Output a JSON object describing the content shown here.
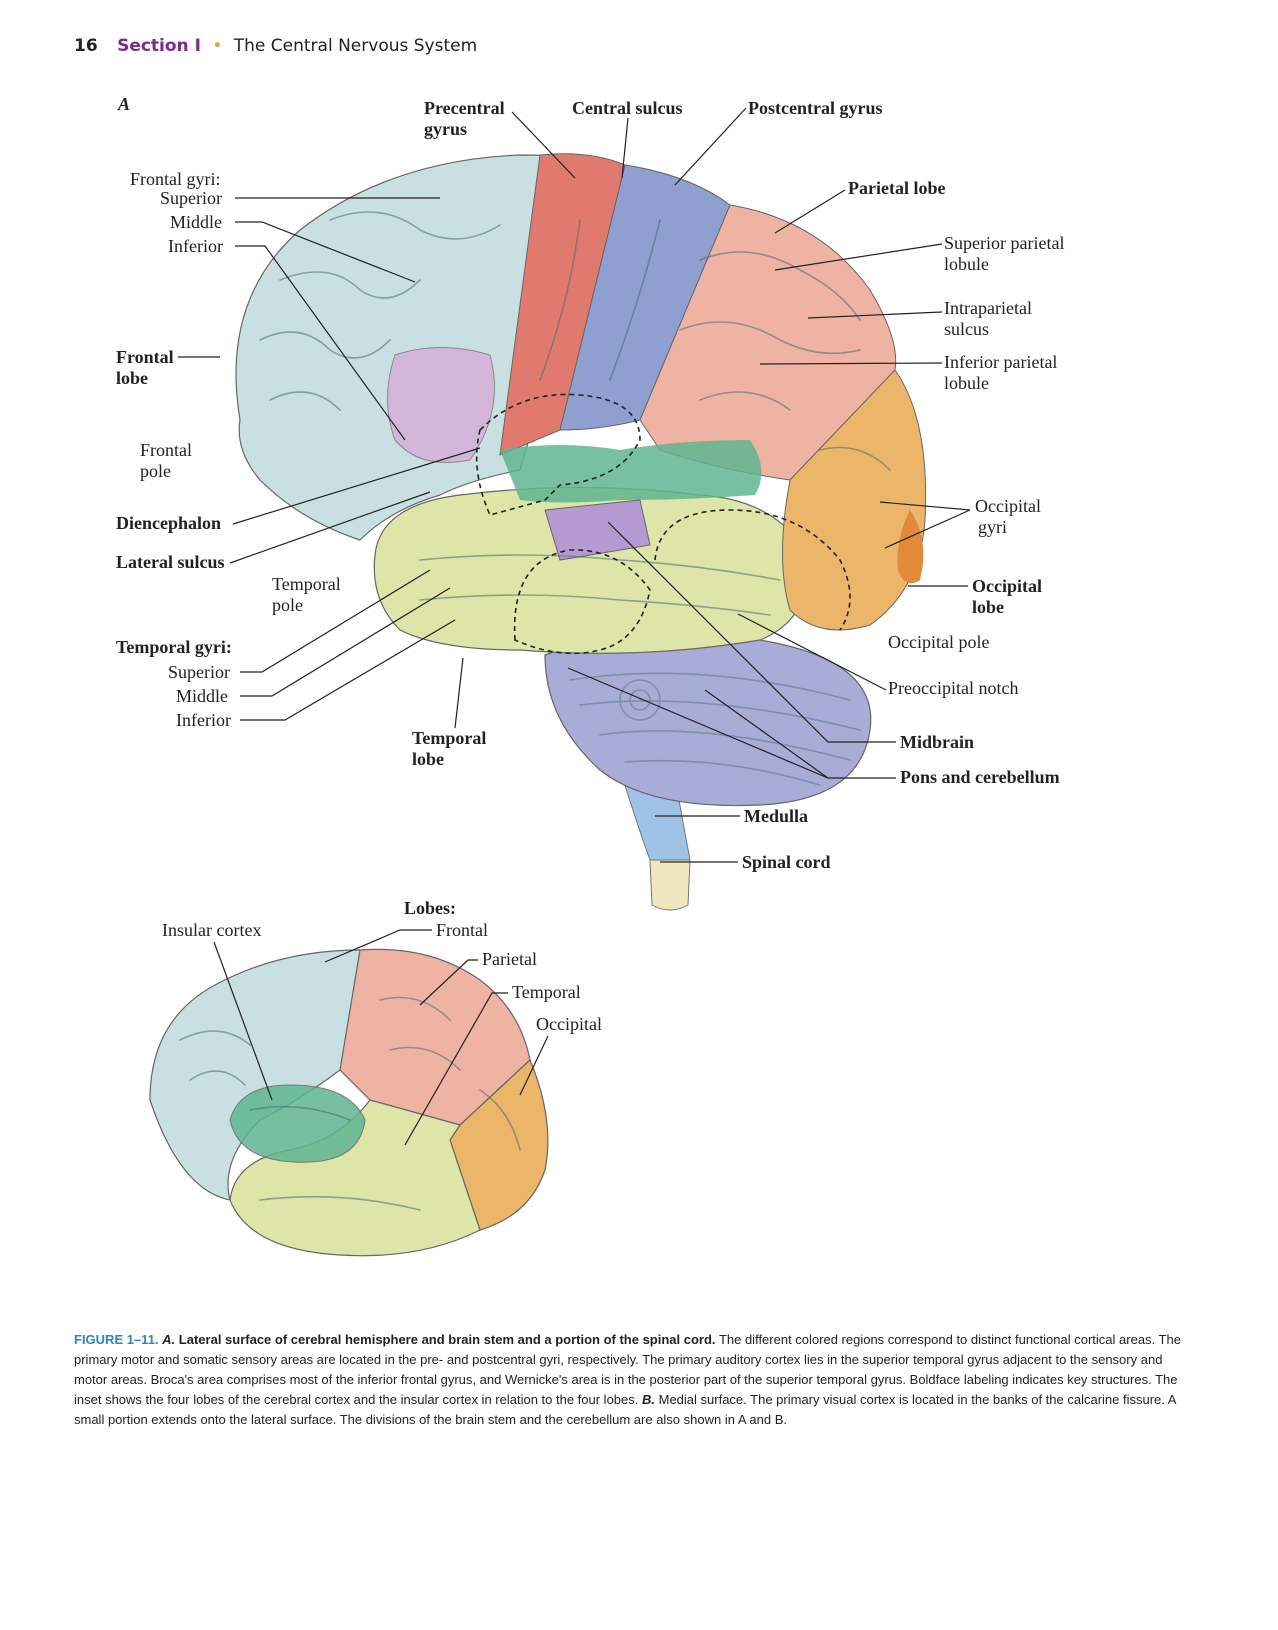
{
  "header": {
    "page_number": "16",
    "section": "Section I",
    "dot": "•",
    "title": "The Central Nervous System"
  },
  "panel_a": {
    "letter": "A",
    "labels": {
      "precentral_1": "Precentral",
      "precentral_2": "gyrus",
      "central_sulcus": "Central sulcus",
      "postcentral_gyrus": "Postcentral gyrus",
      "parietal_lobe": "Parietal lobe",
      "sup_parietal_1": "Superior parietal",
      "sup_parietal_2": "lobule",
      "intraparietal_1": "Intraparietal",
      "intraparietal_2": "sulcus",
      "inf_parietal_1": "Inferior parietal",
      "inf_parietal_2": "lobule",
      "occipital_gyri_1": "Occipital",
      "occipital_gyri_2": "gyri",
      "occipital_lobe_1": "Occipital",
      "occipital_lobe_2": "lobe",
      "occipital_pole": "Occipital pole",
      "preoccipital_notch": "Preoccipital notch",
      "midbrain": "Midbrain",
      "pons_cerebellum": "Pons and cerebellum",
      "medulla": "Medulla",
      "spinal_cord": "Spinal cord",
      "frontal_gyri": "Frontal gyri:",
      "superior": "Superior",
      "middle": "Middle",
      "inferior": "Inferior",
      "frontal_lobe_1": "Frontal",
      "frontal_lobe_2": "lobe",
      "frontal_pole_1": "Frontal",
      "frontal_pole_2": "pole",
      "diencephalon": "Diencephalon",
      "lateral_sulcus": "Lateral sulcus",
      "temporal_pole_1": "Temporal",
      "temporal_pole_2": "pole",
      "temporal_gyri": "Temporal gyri:",
      "t_superior": "Superior",
      "t_middle": "Middle",
      "t_inferior": "Inferior",
      "temporal_lobe_1": "Temporal",
      "temporal_lobe_2": "lobe"
    }
  },
  "inset": {
    "lobes_title": "Lobes:",
    "frontal": "Frontal",
    "parietal": "Parietal",
    "temporal": "Temporal",
    "occipital": "Occipital",
    "insular_cortex": "Insular cortex"
  },
  "caption": {
    "figure_label": "FIGURE 1–11.",
    "a_label": "A.",
    "bold_sentence": "Lateral surface of cerebral hemisphere and brain stem and a portion of the spinal cord.",
    "body_1": "The different colored regions correspond to distinct functional cortical areas. The primary motor and somatic sensory areas are located in the pre- and postcentral gyri, respectively. The primary auditory cortex lies in the superior temporal gyrus adjacent to the sensory and motor areas. Broca's area comprises most of the inferior frontal gyrus, and Wernicke's area is in the posterior part of the superior temporal gyrus. Boldface labeling indicates key structures. The inset shows the four lobes of the cerebral cortex and the insular cortex in relation to the four lobes.",
    "b_label": "B.",
    "body_2": "Medial surface. The primary visual cortex is located in the banks of the calcarine fissure. A small portion extends onto the lateral surface. The divisions of the brain stem and the cerebellum are also shown in A and B."
  },
  "colors": {
    "frontal": "#c9e0e2",
    "precentral": "#e07a6e",
    "postcentral": "#8f9fcf",
    "parietal": "#eeb3a2",
    "occipital": "#ecb66a",
    "temporal": "#dde5a8",
    "auditory": "#5fb592",
    "broca": "#d3b6d9",
    "midbrain": "#b59ad2",
    "cerebellum": "#a9acd6",
    "stem": "#9ec3e6",
    "spinal": "#f0e6c0",
    "caption_label": "#2e86c1",
    "section": "#7b2a8c"
  }
}
